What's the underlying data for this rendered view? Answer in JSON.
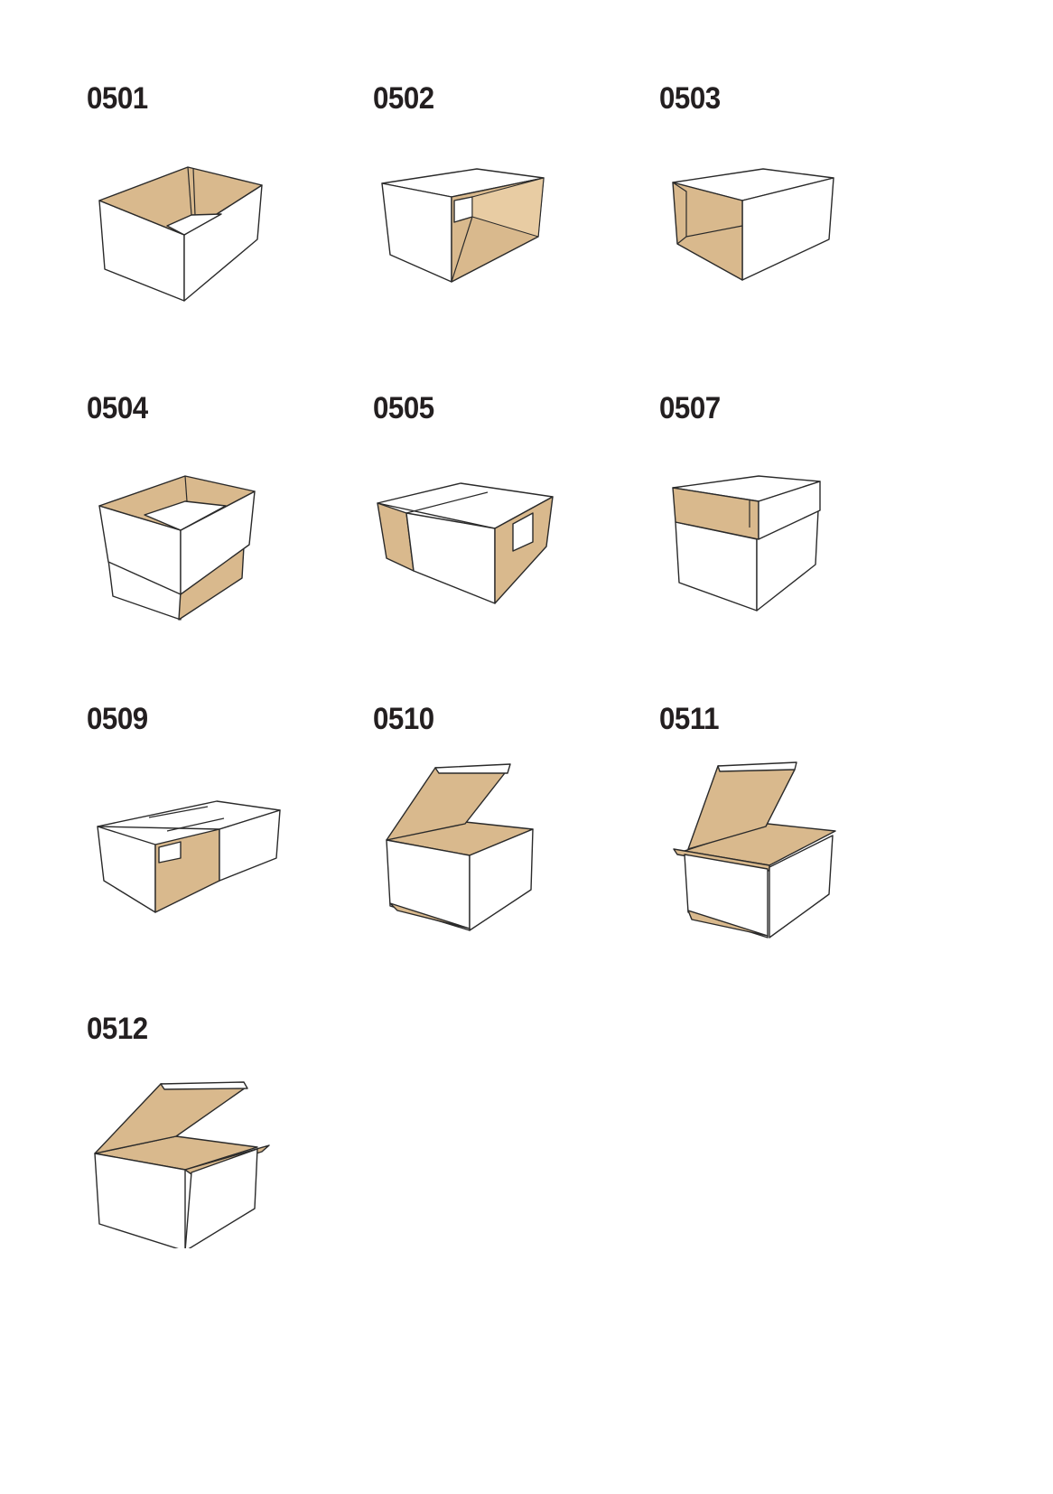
{
  "items": [
    {
      "code": "0501"
    },
    {
      "code": "0502"
    },
    {
      "code": "0503"
    },
    {
      "code": "0504"
    },
    {
      "code": "0505"
    },
    {
      "code": "0507"
    },
    {
      "code": "0509"
    },
    {
      "code": "0510"
    },
    {
      "code": "0511"
    },
    {
      "code": "0512"
    }
  ],
  "colors": {
    "kraft": "#d9b98d",
    "kraft_light": "#e8cca3",
    "text": "#231f20"
  }
}
